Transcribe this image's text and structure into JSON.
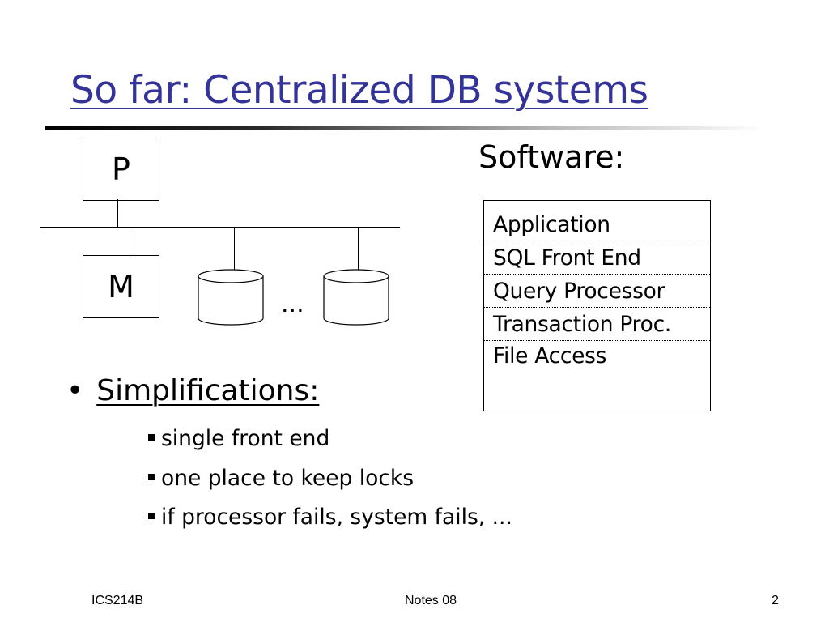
{
  "slide": {
    "title": "So far: Centralized DB systems"
  },
  "diagram": {
    "processor_label": "P",
    "memory_label": "M",
    "ellipsis": "..."
  },
  "software": {
    "label": "Software:",
    "layers": [
      "Application",
      "SQL Front End",
      "Query Processor",
      "Transaction Proc.",
      "File Access"
    ]
  },
  "bullets": {
    "heading": "Simplifications:",
    "items": [
      "single front end",
      "one place to keep locks",
      "if processor fails, system fails, ..."
    ]
  },
  "footer": {
    "course": "ICS214B",
    "notes": "Notes 08",
    "page": "2"
  },
  "colors": {
    "title": "#333399"
  }
}
